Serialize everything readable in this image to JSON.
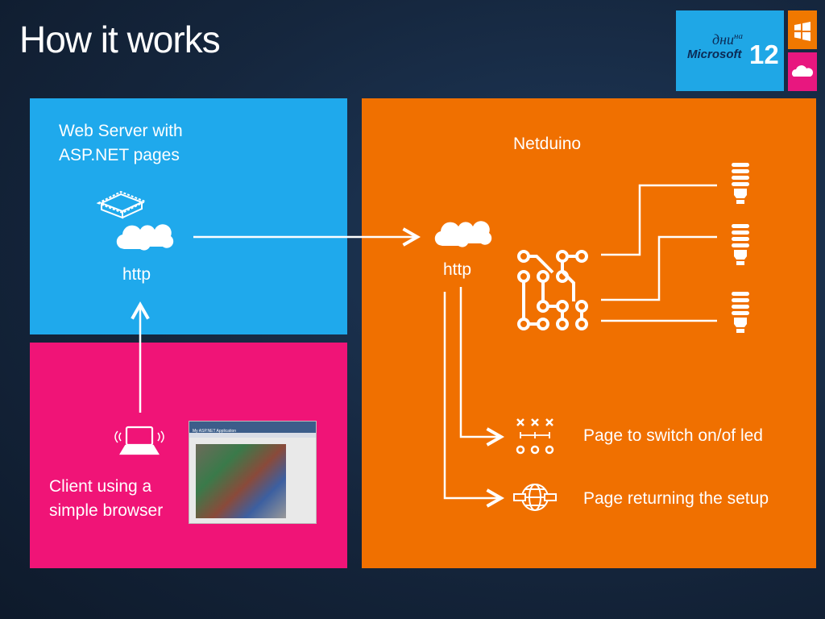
{
  "slide": {
    "title": "How it works",
    "logo": {
      "top_text": "дни",
      "top_sup": "на",
      "brand": "Microsoft",
      "number": "12"
    }
  },
  "web_server": {
    "label_line1": "Web Server with",
    "label_line2": "ASP.NET pages",
    "protocol": "http"
  },
  "client": {
    "label_line1": "Client using a",
    "label_line2": "simple browser",
    "screenshot_title": "My ASP.NET Application"
  },
  "netduino": {
    "label": "Netduino",
    "protocol": "http",
    "pages": [
      {
        "label": "Page to switch on/of led"
      },
      {
        "label": "Page returning the setup"
      }
    ]
  },
  "colors": {
    "blue": "#1fa9ec",
    "pink": "#f01477",
    "orange": "#f07000",
    "background": "#15263d"
  }
}
